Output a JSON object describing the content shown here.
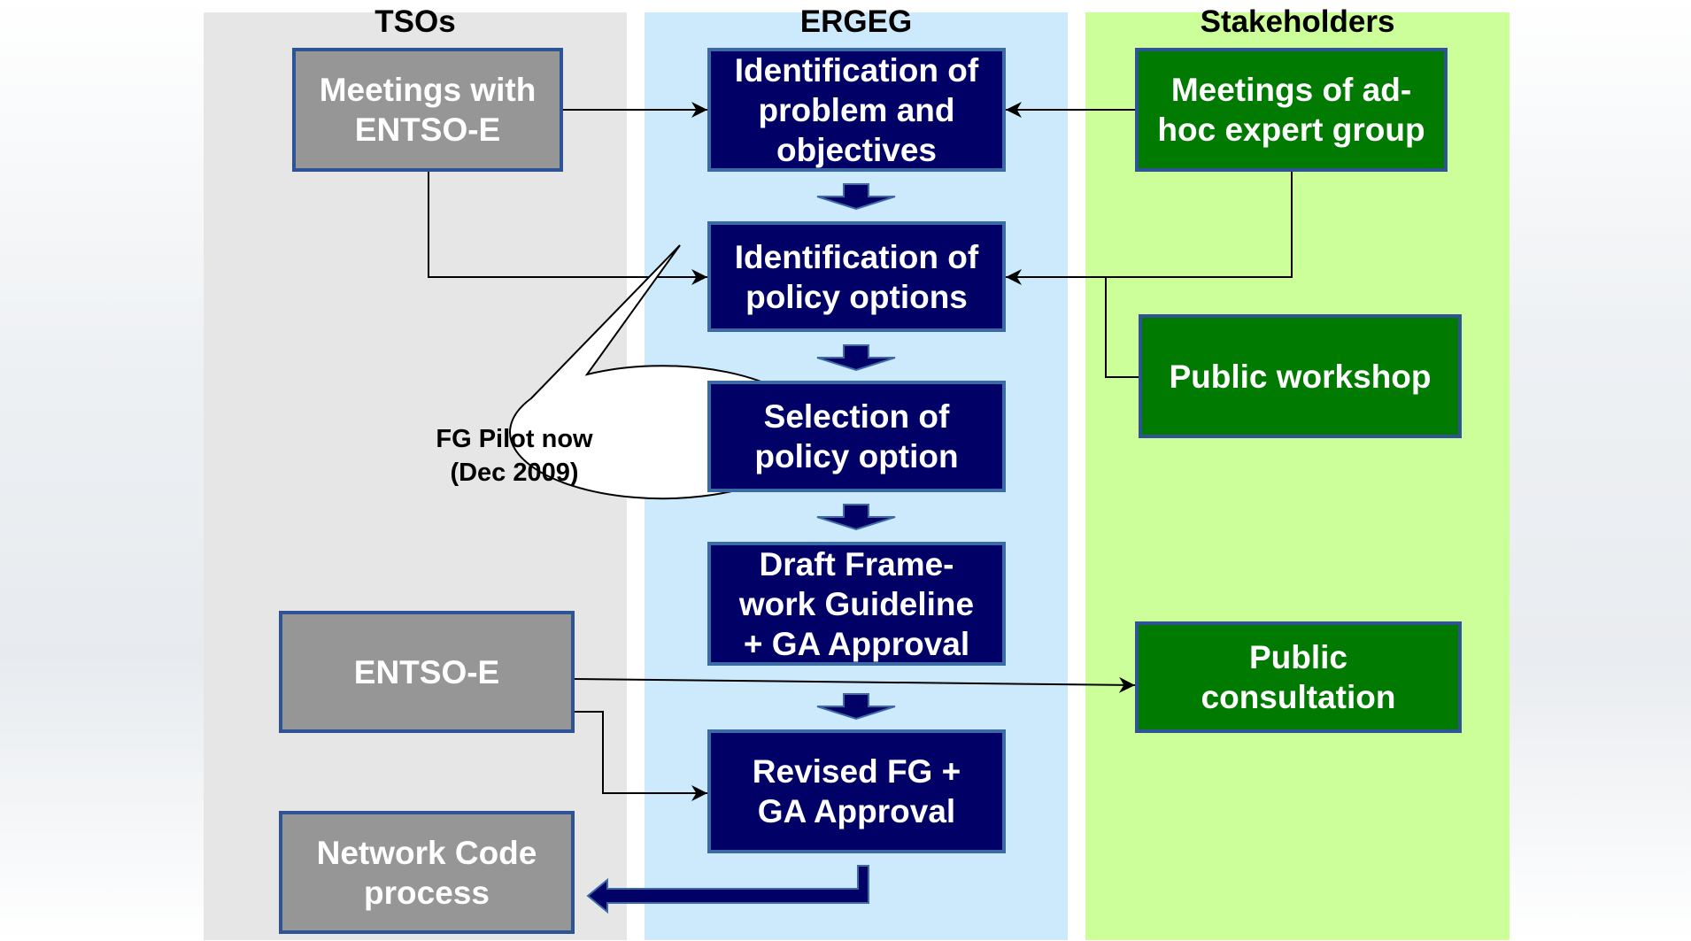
{
  "lanes": {
    "tsos": "TSOs",
    "ergeg": "ERGEG",
    "stakeholders": "Stakeholders"
  },
  "tsos": {
    "meetings": "Meetings with\nENTSO-E",
    "entsoe": "ENTSO-E",
    "network_code": "Network Code\nprocess"
  },
  "ergeg": {
    "step1": "Identification of\nproblem and\nobjectives",
    "step2": "Identification of\npolicy options",
    "step3": "Selection of\npolicy option",
    "step4": "Draft Frame-\nwork Guideline\n+ GA Approval",
    "step5": "Revised FG +\nGA Approval"
  },
  "stakeholders": {
    "expert_group": "Meetings of ad-\nhoc expert group",
    "workshop": "Public workshop",
    "consultation": "Public\nconsultation"
  },
  "callout": {
    "text": "FG Pilot now\n(Dec 2009)"
  },
  "colors": {
    "tsos_lane": "#e6e6e6",
    "ergeg_lane": "#cceafb",
    "stakeholders_lane": "#ccff99",
    "gray_box": "#969696",
    "navy_box": "#000066",
    "green_box": "#007a00",
    "box_border": "#2f5496"
  }
}
